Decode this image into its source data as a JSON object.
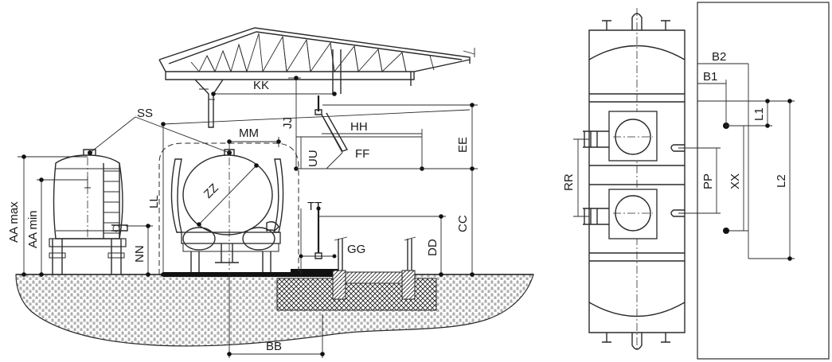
{
  "labels": {
    "AA_max": "AA max",
    "AA_min": "AA min",
    "NN": "NN",
    "SS": "SS",
    "LL": "LL",
    "MM": "MM",
    "ZZ": "ZZ",
    "KK": "KK",
    "JJ": "JJ",
    "HH": "HH",
    "UU": "UU",
    "FF": "FF",
    "EE": "EE",
    "TT": "TT",
    "CC": "CC",
    "DD": "DD",
    "GG": "GG",
    "BB": "BB",
    "RR": "RR",
    "PP": "PP",
    "XX": "XX",
    "L2": "L2",
    "B2": "B2",
    "B1": "B1",
    "L1": "L1"
  },
  "colors": {
    "line": "#2a2a2a",
    "ground": "#1a1a1a",
    "background": "#ffffff"
  }
}
